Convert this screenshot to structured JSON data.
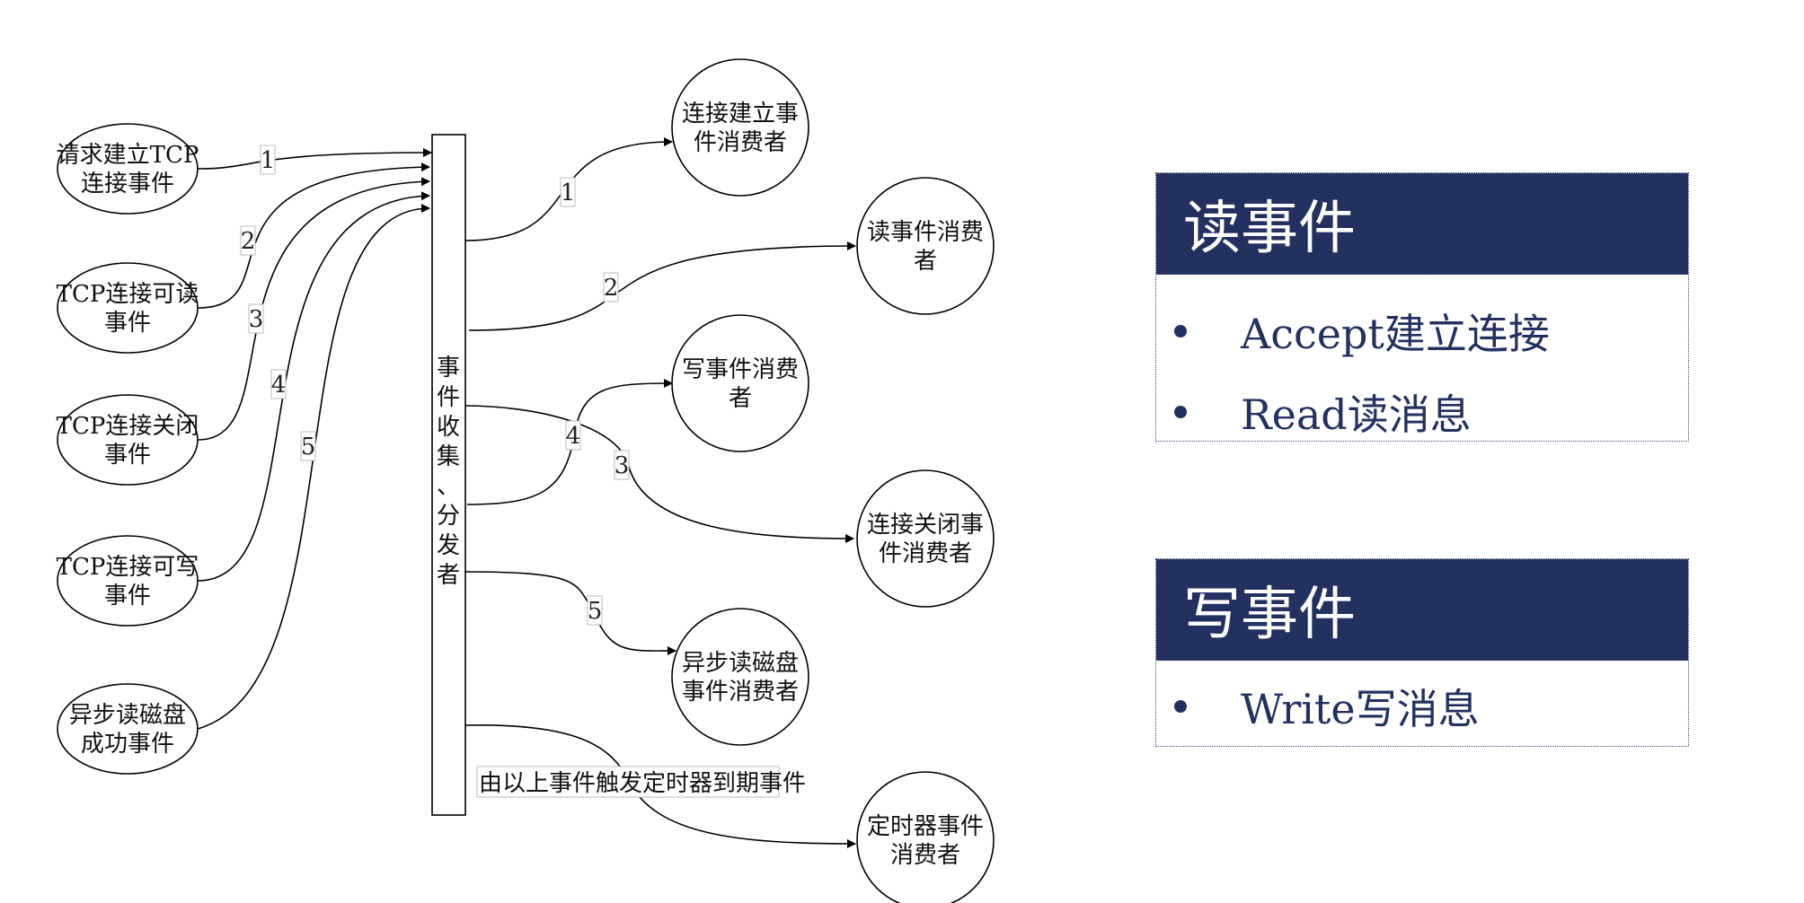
{
  "producers": [
    {
      "id": "p1",
      "lines": [
        "请求建立TCP",
        "连接事件"
      ]
    },
    {
      "id": "p2",
      "lines": [
        "TCP连接可读",
        "事件"
      ]
    },
    {
      "id": "p3",
      "lines": [
        "TCP连接关闭",
        "事件"
      ]
    },
    {
      "id": "p4",
      "lines": [
        "TCP连接可写",
        "事件"
      ]
    },
    {
      "id": "p5",
      "lines": [
        "异步读磁盘",
        "成功事件"
      ]
    }
  ],
  "dispatcher": {
    "chars": [
      "事",
      "件",
      "收",
      "集",
      "、",
      "分",
      "发",
      "者"
    ]
  },
  "consumers": [
    {
      "id": "c1",
      "lines": [
        "连接建立事",
        "件消费者"
      ]
    },
    {
      "id": "c2",
      "lines": [
        "读事件消费",
        "者"
      ]
    },
    {
      "id": "c3",
      "lines": [
        "写事件消费",
        "者"
      ]
    },
    {
      "id": "c4",
      "lines": [
        "连接关闭事",
        "件消费者"
      ]
    },
    {
      "id": "c5",
      "lines": [
        "异步读磁盘",
        "事件消费者"
      ]
    },
    {
      "id": "c6",
      "lines": [
        "定时器事件",
        "消费者"
      ]
    }
  ],
  "input_labels": [
    "1",
    "2",
    "3",
    "4",
    "5"
  ],
  "output_labels": [
    "1",
    "2",
    "4",
    "3",
    "5"
  ],
  "timer_label": "由以上事件触发定时器到期事件",
  "panels": {
    "read": {
      "title": "读事件",
      "items": [
        "Accept建立连接",
        "Read读消息"
      ]
    },
    "write": {
      "title": "写事件",
      "items": [
        "Write写消息"
      ]
    }
  },
  "colors": {
    "panel_header": "#223160",
    "panel_text": "#223160"
  }
}
